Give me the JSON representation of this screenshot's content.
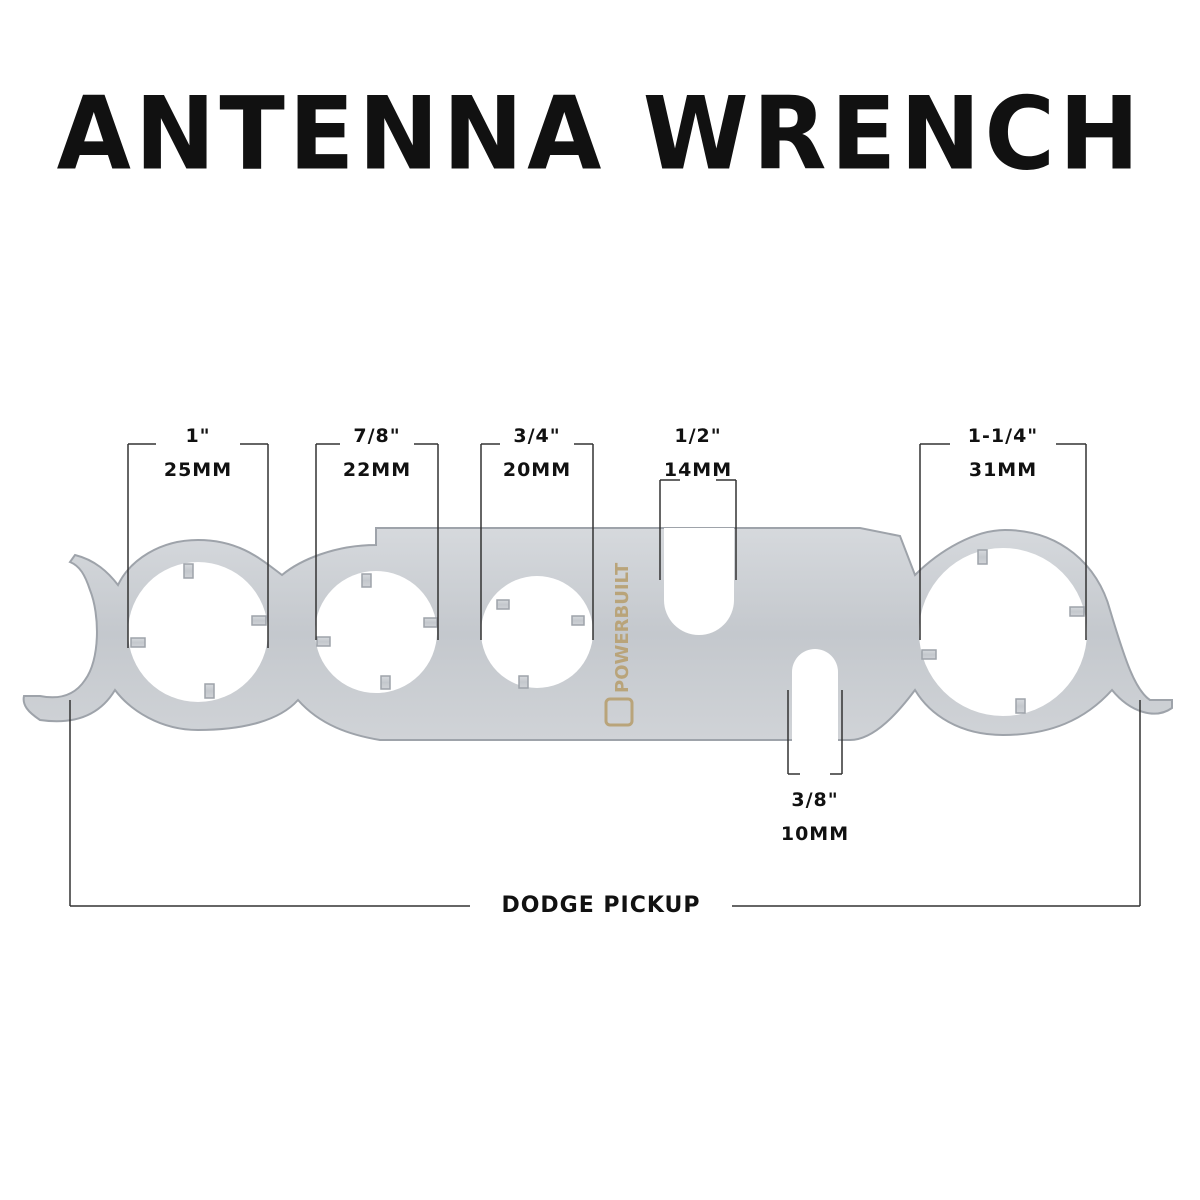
{
  "title": "ANTENNA WRENCH",
  "brand": {
    "logo_text": "POWERBUILT",
    "logo_color": "#b9a47a"
  },
  "colors": {
    "metal": "#c9ccd1",
    "metal_edge": "#9ea3aa",
    "line": "#333333",
    "text": "#111111"
  },
  "sizes": [
    {
      "inch": "1\"",
      "mm": "25MM"
    },
    {
      "inch": "7/8\"",
      "mm": "22MM"
    },
    {
      "inch": "3/4\"",
      "mm": "20MM"
    },
    {
      "inch": "1/2\"",
      "mm": "14MM"
    },
    {
      "inch": "1-1/4\"",
      "mm": "31MM"
    },
    {
      "inch": "3/8\"",
      "mm": "10MM"
    }
  ],
  "bottom_label": "DODGE PICKUP"
}
